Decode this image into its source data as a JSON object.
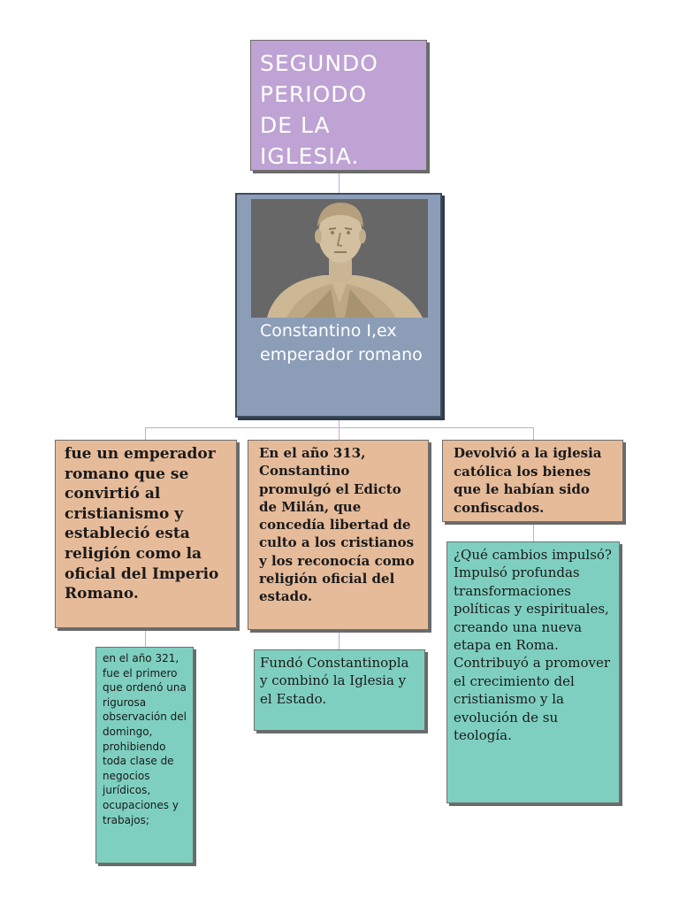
{
  "title": "SEGUNDO\nPERIODO\nDE LA\nIGLESIA.",
  "main_node": {
    "image": "Constantine bust",
    "caption": "Constantino I,ex emperador romano"
  },
  "branches": [
    {
      "text": "fue un emperador romano que se convirtió al cristianismo y estableció esta religión como la oficial del Imperio Romano.",
      "child": "en el año 321, fue el primero que ordenó una rigurosa observación del domingo, prohibiendo toda clase de negocios jurídicos, ocupaciones y trabajos;"
    },
    {
      "text": "En el año 313, Constantino promulgó el Edicto de Milán, que concedía libertad de culto a los cristianos y los reconocía como religión oficial del estado.",
      "child": "Fundó Constantinopla y combinó la Iglesia y el Estado."
    },
    {
      "text": "Devolvió a la iglesia católica los bienes que le habían sido confiscados.",
      "child": "¿Qué cambios impulsó? Impulsó profundas transformaciones políticas y espirituales, creando una nueva etapa en Roma. Contribuyó a promover el crecimiento del cristianismo y la evolución de su teología."
    }
  ],
  "colors": {
    "title_box": "#bfa3d4",
    "main_box": "#8b9db7",
    "level1_boxes": "#e6bb9a",
    "level2_boxes": "#7ecfc0",
    "connectors": "#c7a8d8"
  }
}
